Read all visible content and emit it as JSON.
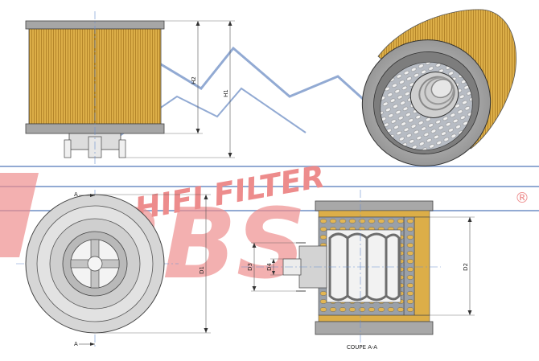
{
  "watermark": {
    "brand_text": "HIFI FILTER",
    "brand_mark": "RBS",
    "registered": "®",
    "color": "#e03030",
    "mountain_color": "#3a66b0"
  },
  "drawing": {
    "filter_media_color": "#d9a83a",
    "end_cap_color": "#9a9a9a",
    "dimensions": {
      "h1": "H1",
      "h2": "H2",
      "d1": "D1",
      "d2": "D2",
      "d3": "D3",
      "d4": "D4"
    },
    "section_marker": "A",
    "section_caption": "COUPE A-A"
  }
}
